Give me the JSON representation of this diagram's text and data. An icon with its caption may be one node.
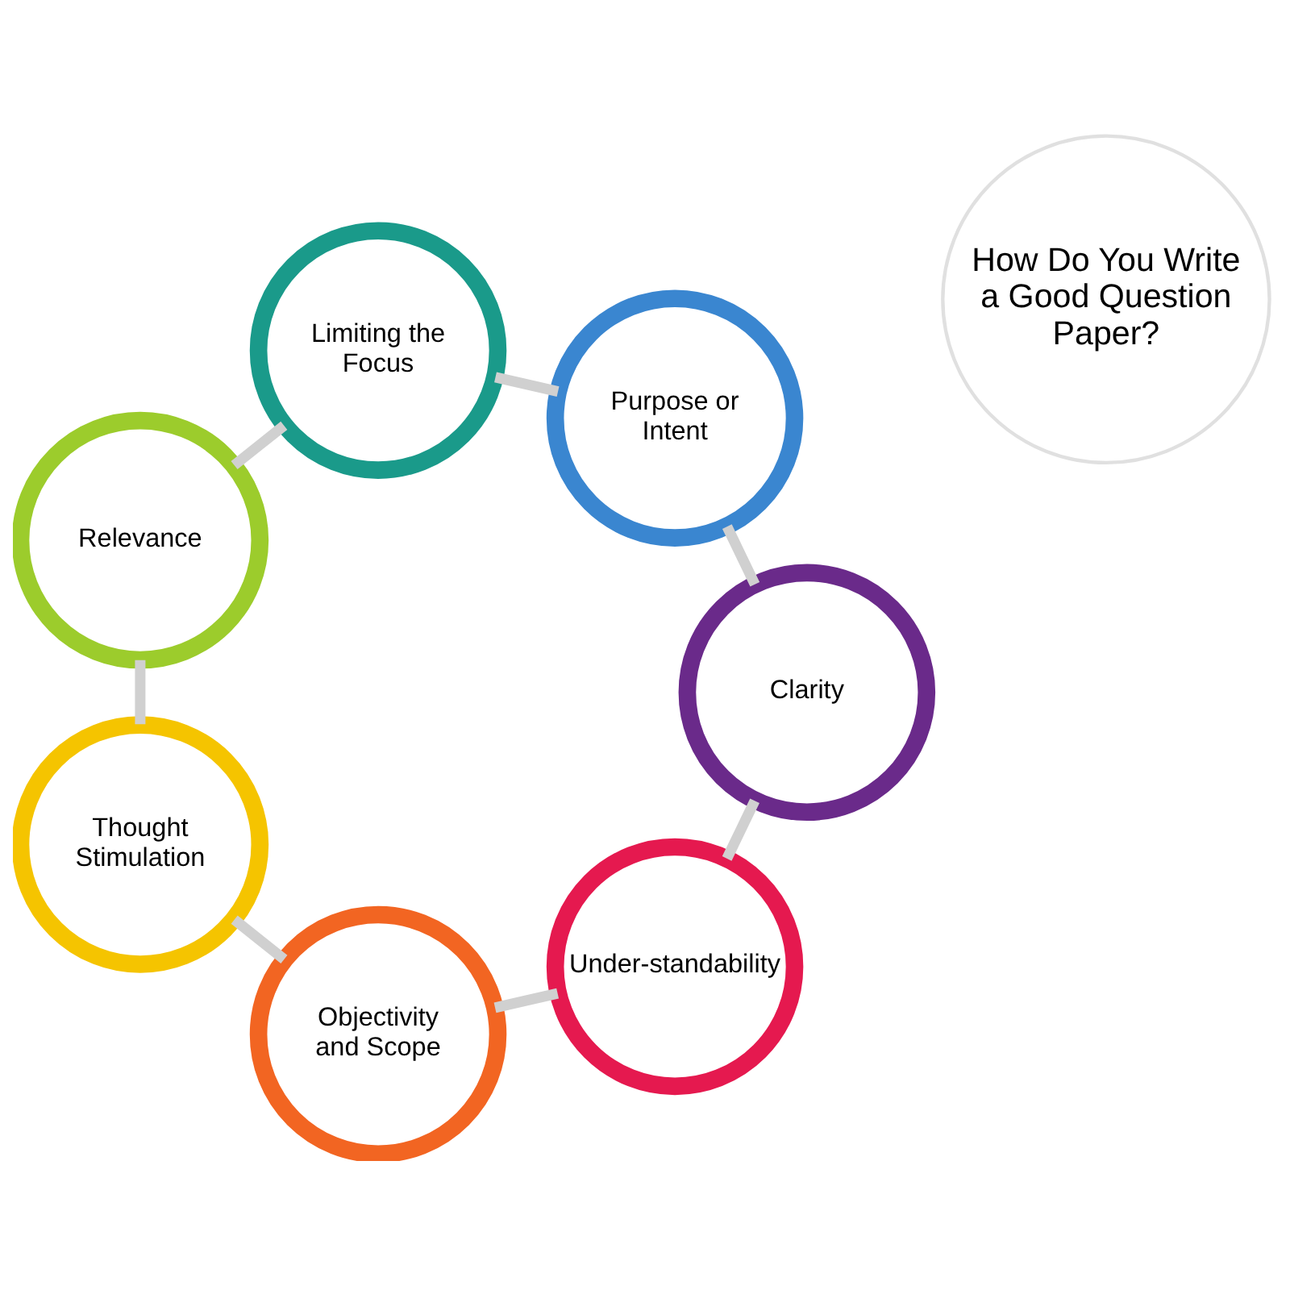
{
  "diagram": {
    "nodes": [
      {
        "text": [
          "How Do You Write a Good Question Paper?"
        ]
      },
      {
        "text": [
          "Under-standability"
        ]
      },
      {
        "text": [
          "Objectivity and Scope"
        ]
      },
      {
        "text": [
          "Thought Stimulation"
        ]
      },
      {
        "text": [
          "Relevance"
        ]
      },
      {
        "text": [
          "Limiting the Focus"
        ]
      },
      {
        "text": [
          "Purpose or Intent"
        ]
      },
      {
        "text": [
          "Clarity"
        ]
      }
    ],
    "edges": [
      {
        "from": 1,
        "to": 2,
        "arrow": "none"
      },
      {
        "from": 2,
        "to": 3,
        "arrow": "none"
      },
      {
        "from": 3,
        "to": 4,
        "arrow": "none"
      },
      {
        "from": 4,
        "to": 5,
        "arrow": "none"
      },
      {
        "from": 5,
        "to": 6,
        "arrow": "none"
      },
      {
        "from": 6,
        "to": 7,
        "arrow": "none"
      },
      {
        "from": 7,
        "to": 1,
        "arrow": "none"
      }
    ]
  }
}
